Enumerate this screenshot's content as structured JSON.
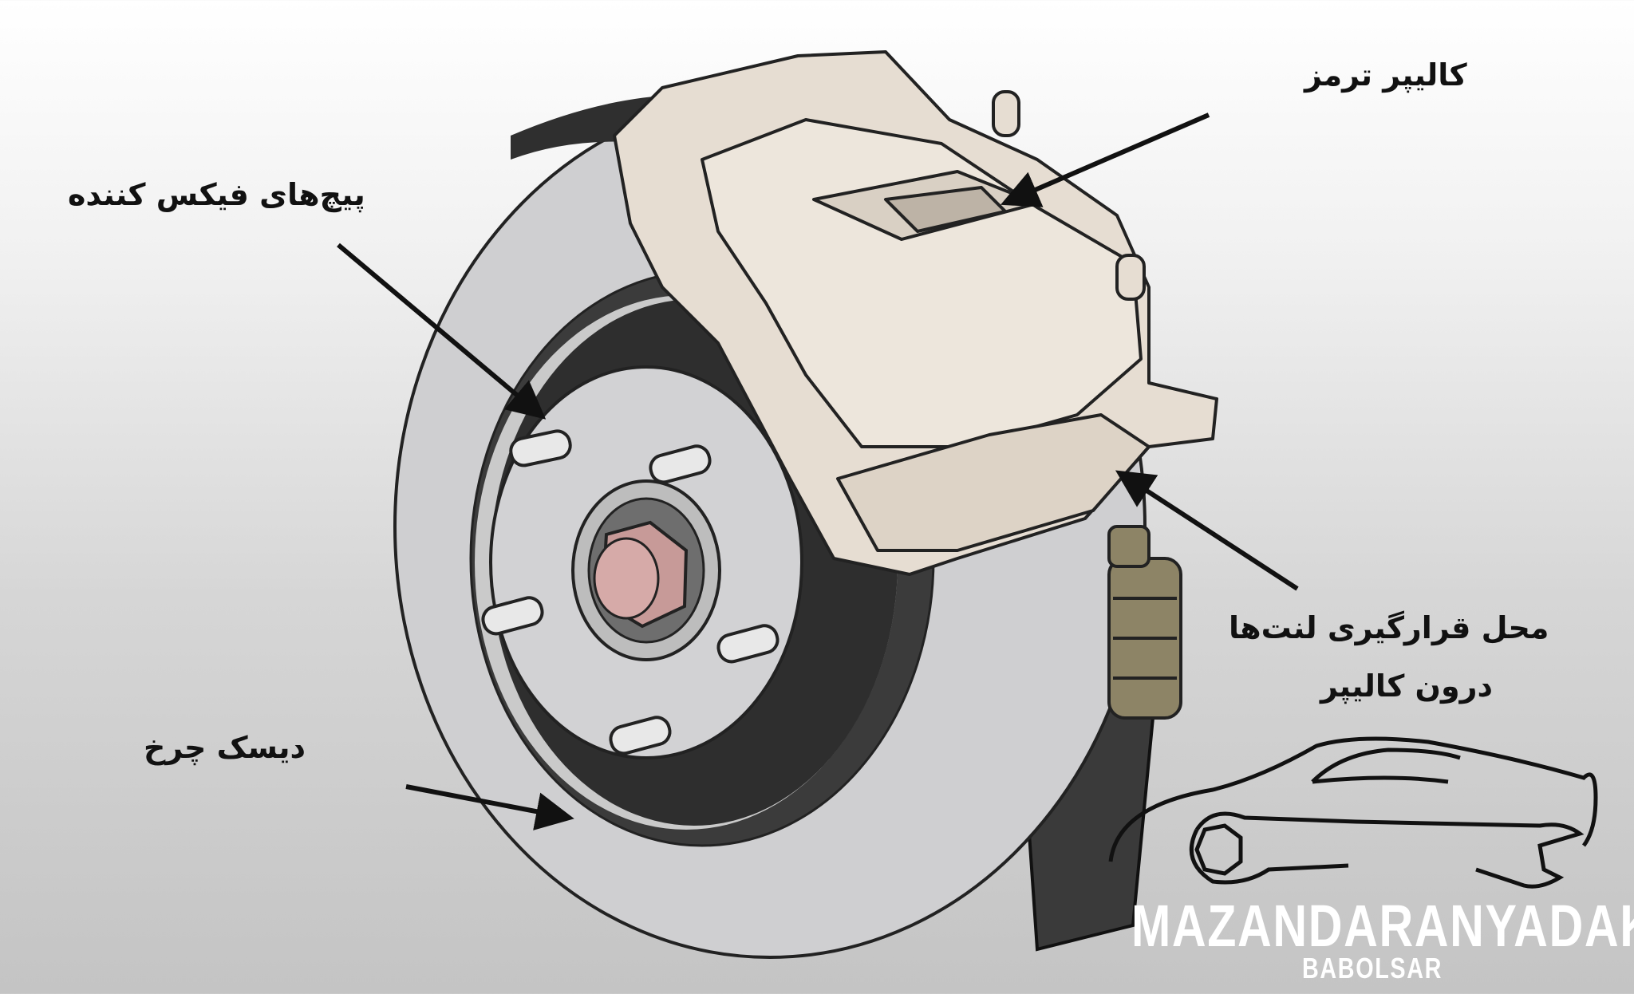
{
  "labels": {
    "caliper": "کالیپر ترمز",
    "mounting_bolts": "پیچ‌های فیکس کننده",
    "pad_location_line1": "محل قرارگیری لنت‌ها",
    "pad_location_line2": "درون کالیپر",
    "disc": "دیسک چرخ"
  },
  "logo": {
    "name": "MAZANDARANYADAK",
    "city": "BABOLSAR"
  },
  "colors": {
    "disc": "#cfcfd1",
    "caliper": "#e6ddd2",
    "hub_nut": "#c79a98",
    "outline": "#222222"
  }
}
